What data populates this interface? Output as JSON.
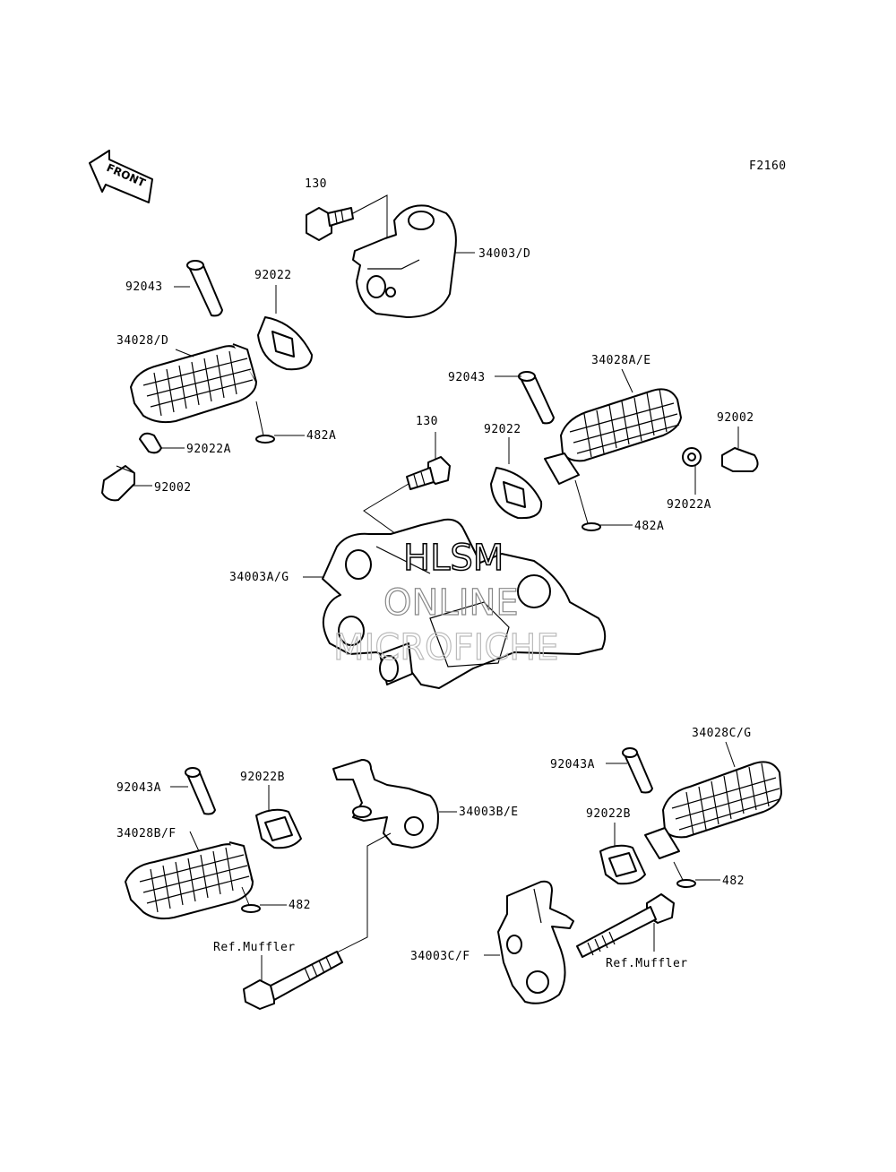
{
  "figure_code": "F2160",
  "front_label": "FRONT",
  "watermark": {
    "line1": "HLSM",
    "line2": "ONLINE",
    "line3": "MICROFICHE"
  },
  "labels": {
    "l130_top": "130",
    "l34003_d": "34003/D",
    "l92043_left": "92043",
    "l92022_left": "92022",
    "l34028_d": "34028/D",
    "l92022a_left": "92022A",
    "l482a_left": "482A",
    "l92002_left": "92002",
    "l92043_right": "92043",
    "l34028a_e": "34028A/E",
    "l130_mid": "130",
    "l92022_right": "92022",
    "l92002_right": "92002",
    "l92022a_right": "92022A",
    "l482a_right": "482A",
    "l34003a_g": "34003A/G",
    "l34028c_g": "34028C/G",
    "l92043a_left": "92043A",
    "l92022b_left": "92022B",
    "l34003b_e": "34003B/E",
    "l92043a_right": "92043A",
    "l34028b_f": "34028B/F",
    "l92022b_right": "92022B",
    "l482_left": "482",
    "l482_right": "482",
    "l_ref_muffler_left": "Ref.Muffler",
    "l34003c_f": "34003C/F",
    "l_ref_muffler_right": "Ref.Muffler"
  }
}
